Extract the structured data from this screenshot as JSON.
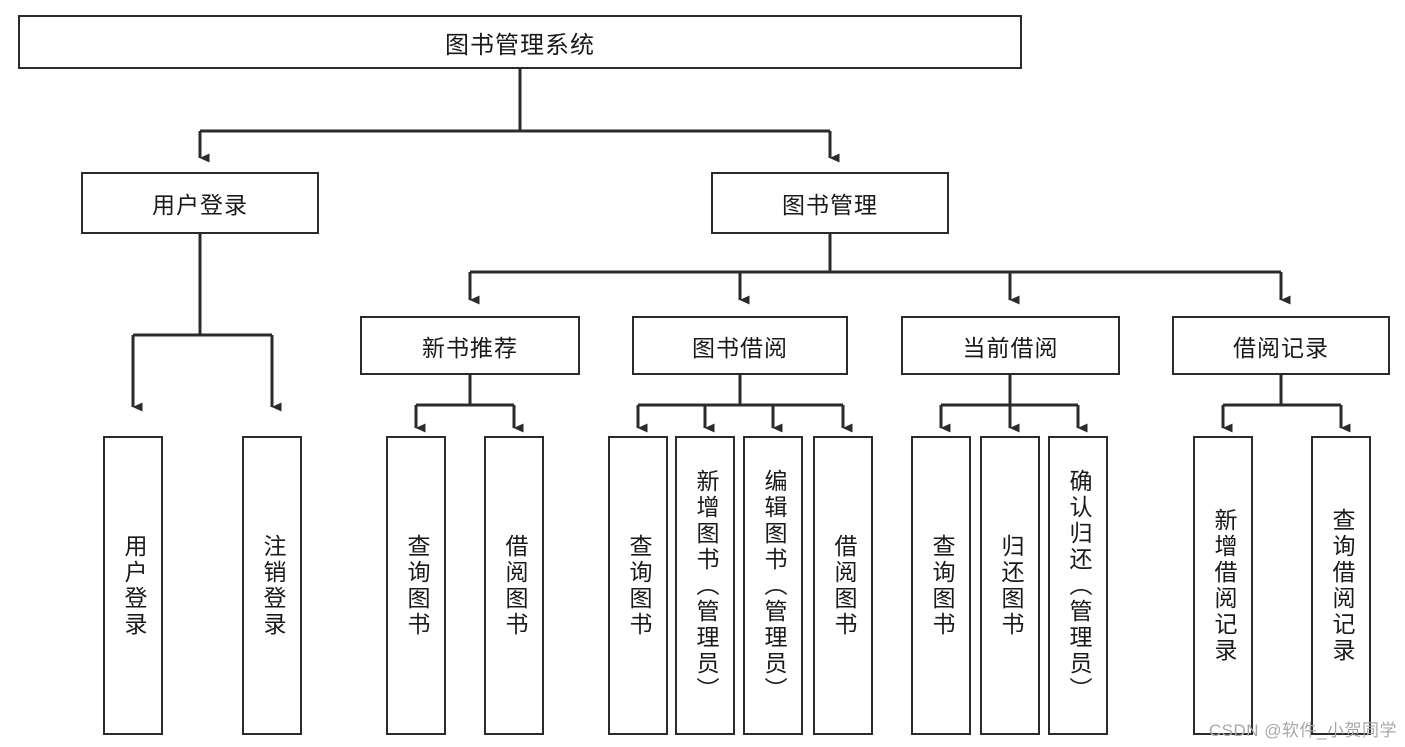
{
  "diagram": {
    "title": "图书管理系统",
    "type": "tree-hierarchy",
    "watermark": "CSDN @软件_小贺同学",
    "colors": {
      "stroke": "#2b2b2b",
      "fill": "#ffffff",
      "text": "#1a1a1a",
      "watermark": "#a8a8a8"
    },
    "nodes": {
      "root": {
        "label": "图书管理系统"
      },
      "level1": [
        {
          "id": "user-login",
          "label": "用户登录"
        },
        {
          "id": "book-management",
          "label": "图书管理"
        }
      ],
      "level2": [
        {
          "id": "new-book-recommend",
          "label": "新书推荐"
        },
        {
          "id": "book-borrow",
          "label": "图书借阅"
        },
        {
          "id": "current-borrow",
          "label": "当前借阅"
        },
        {
          "id": "borrow-record",
          "label": "借阅记录"
        }
      ],
      "leaves": {
        "user_login": [
          {
            "id": "leaf-user-login",
            "label": "用户登录"
          },
          {
            "id": "leaf-logout-login",
            "label": "注销登录"
          }
        ],
        "new_book_recommend": [
          {
            "id": "leaf-query-book-1",
            "label": "查询图书"
          },
          {
            "id": "leaf-borrow-book-1",
            "label": "借阅图书"
          }
        ],
        "book_borrow": [
          {
            "id": "leaf-query-book-2",
            "label": "查询图书"
          },
          {
            "id": "leaf-add-book",
            "label": "新增图书（管理员）"
          },
          {
            "id": "leaf-edit-book",
            "label": "编辑图书（管理员）"
          },
          {
            "id": "leaf-borrow-book-2",
            "label": "借阅图书"
          }
        ],
        "current_borrow": [
          {
            "id": "leaf-query-book-3",
            "label": "查询图书"
          },
          {
            "id": "leaf-return-book",
            "label": "归还图书"
          },
          {
            "id": "leaf-confirm-return",
            "label": "确认归还（管理员）"
          }
        ],
        "borrow_record": [
          {
            "id": "leaf-add-record",
            "label": "新增借阅记录"
          },
          {
            "id": "leaf-query-record",
            "label": "查询借阅记录"
          }
        ]
      }
    }
  }
}
